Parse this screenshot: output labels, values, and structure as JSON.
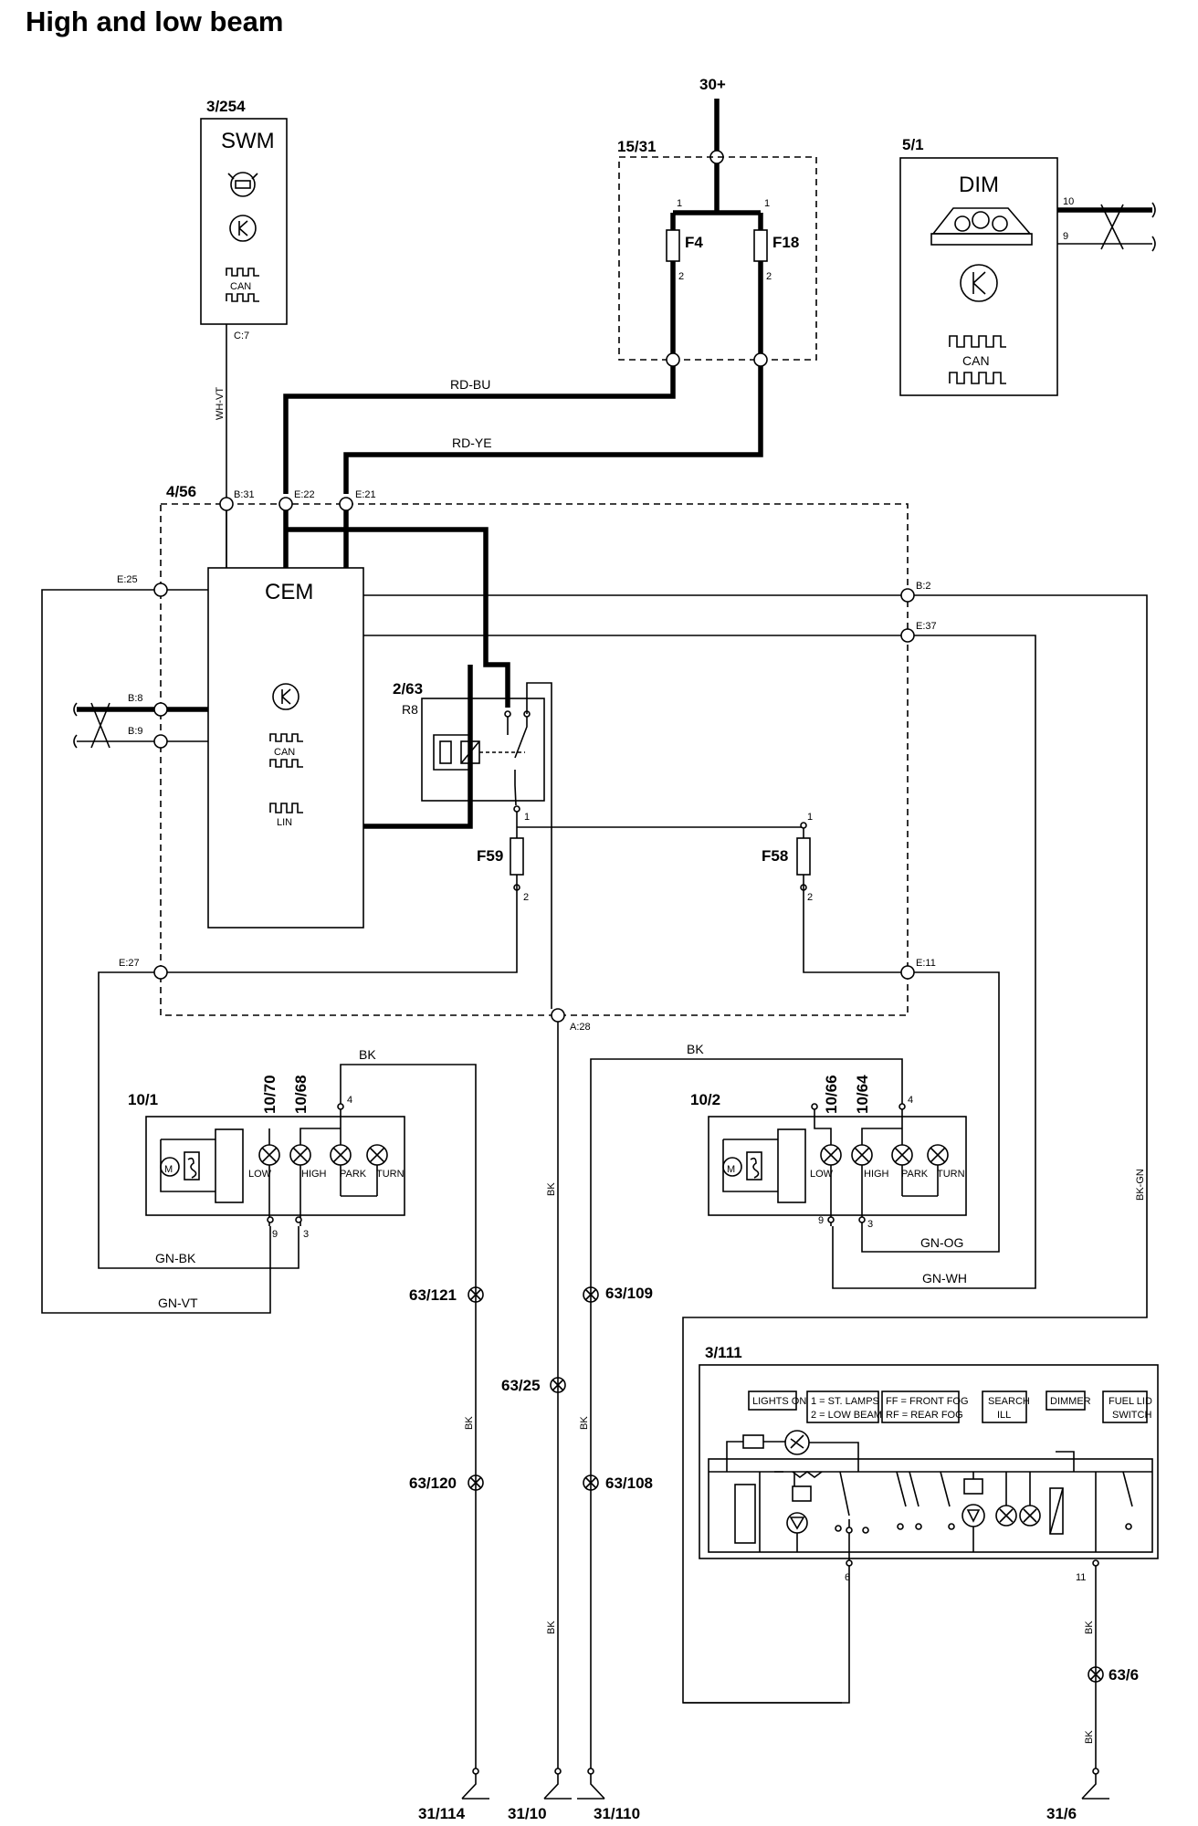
{
  "title": "High and low beam",
  "components": {
    "swm": {
      "id": "3/254",
      "name": "SWM",
      "can": "CAN",
      "pin": "C:7"
    },
    "fusebox": {
      "id": "15/31",
      "f4": "F4",
      "f18": "F18",
      "p1a": "1",
      "p1b": "1",
      "p2a": "2",
      "p2b": "2"
    },
    "supply": "30+",
    "dim": {
      "id": "5/1",
      "name": "DIM",
      "can": "CAN",
      "pin10": "10",
      "pin9": "9"
    },
    "cem_module": {
      "id": "4/56",
      "name": "CEM",
      "can": "CAN",
      "lin": "LIN"
    },
    "relay": {
      "id": "2/63",
      "name": "R8"
    },
    "f59": {
      "name": "F59",
      "p1": "1",
      "p2": "2"
    },
    "f58": {
      "name": "F58",
      "p1": "1",
      "p2": "2"
    },
    "left_headlamp": {
      "id": "10/1",
      "bulb_a": "10/70",
      "bulb_b": "10/68",
      "low": "LOW",
      "high": "HIGH",
      "park": "PARK",
      "turn": "TURN",
      "motor": "M",
      "pin4": "4",
      "pin9": "9",
      "pin3": "3"
    },
    "right_headlamp": {
      "id": "10/2",
      "bulb_a": "10/66",
      "bulb_b": "10/64",
      "low": "LOW",
      "high": "HIGH",
      "park": "PARK",
      "turn": "TURN",
      "motor": "M",
      "pin4": "4",
      "pin9": "9",
      "pin3": "3"
    },
    "light_switch": {
      "id": "3/111",
      "labels": [
        "LIGHTS ON",
        "1 = ST. LAMPS",
        "2 = LOW BEAM",
        "FF = FRONT FOG",
        "RF = REAR FOG",
        "SEARCH",
        "ILL",
        "DIMMER",
        "FUEL LID",
        "SWITCH"
      ],
      "pin6": "6",
      "pin11": "11"
    }
  },
  "pins": {
    "b31": "B:31",
    "e22": "E:22",
    "e21": "E:21",
    "e25": "E:25",
    "b8": "B:8",
    "b9": "B:9",
    "b2": "B:2",
    "e37": "E:37",
    "e27": "E:27",
    "e11": "E:11",
    "a28": "A:28"
  },
  "wires": {
    "wh_vt": "WH-VT",
    "rd_bu": "RD-BU",
    "rd_ye": "RD-YE",
    "bk": "BK",
    "gn_bk": "GN-BK",
    "gn_vt": "GN-VT",
    "gn_og": "GN-OG",
    "gn_wh": "GN-WH",
    "bk_gn": "BK-GN"
  },
  "splices": {
    "s121": "63/121",
    "s109": "63/109",
    "s25": "63/25",
    "s120": "63/120",
    "s108": "63/108",
    "s6": "63/6"
  },
  "grounds": {
    "g114": "31/114",
    "g10": "31/10",
    "g110": "31/110",
    "g6": "31/6"
  }
}
